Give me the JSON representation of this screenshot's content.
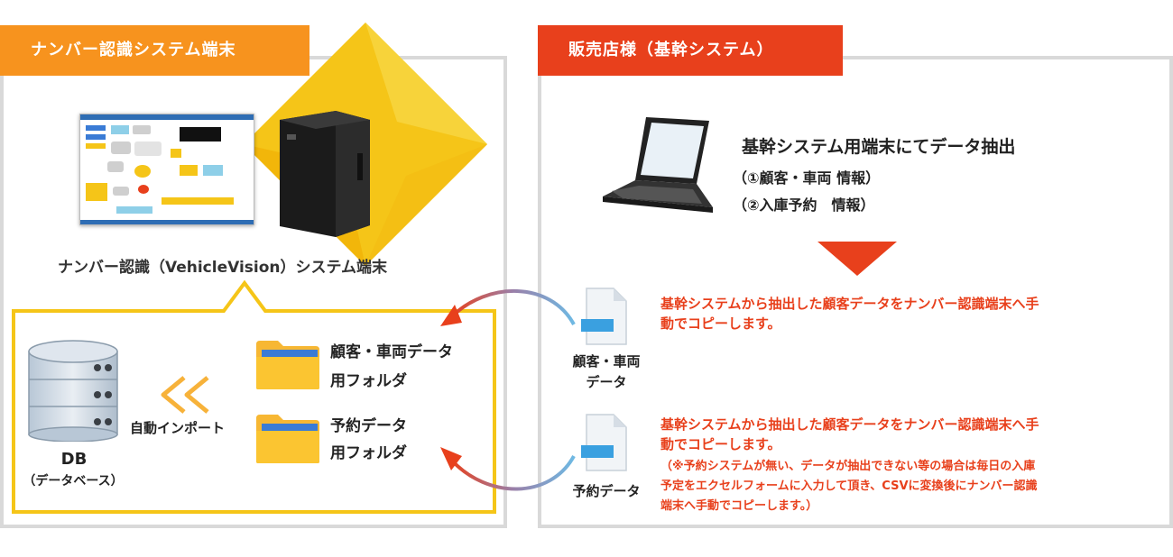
{
  "left_panel": {
    "tag": "ナンバー認識システム端末",
    "device_caption": "ナンバー認識（VehicleVision）システム端末",
    "folder1": {
      "line1": "顧客・車両データ",
      "line2": "用フォルダ"
    },
    "folder2": {
      "line1": "予約データ",
      "line2": "用フォルダ"
    },
    "import_label": "自動インポート",
    "db": {
      "title": "DB",
      "subtitle": "（データベース）"
    }
  },
  "right_panel": {
    "tag": "販売店様（基幹システム）",
    "pc_title": "基幹システム用端末にてデータ抽出",
    "pc_items": [
      "（①顧客・車両 情報）",
      "（②入庫予約　情報）"
    ],
    "file1": {
      "line1": "顧客・車両",
      "line2": "データ"
    },
    "file2": {
      "line1": "予約データ"
    },
    "note1": {
      "line1": "基幹システムから抽出した顧客データをナンバー認識端末へ手",
      "line2": "動でコピーします。"
    },
    "note2": {
      "line1": "基幹システムから抽出した顧客データをナンバー認識端末へ手",
      "line2": "動でコピーします。",
      "sub1": "（※予約システムが無い、データが抽出できない等の場合は毎日の入庫",
      "sub2": "予定をエクセルフォームに入力して頂き、CSVに変換後にナンバー認識",
      "sub3": "端末へ手動でコピーします。）"
    }
  },
  "colors": {
    "orange": "#f7931e",
    "red": "#e8401c",
    "yellow": "#f5c518",
    "gray": "#d9d9d9"
  }
}
